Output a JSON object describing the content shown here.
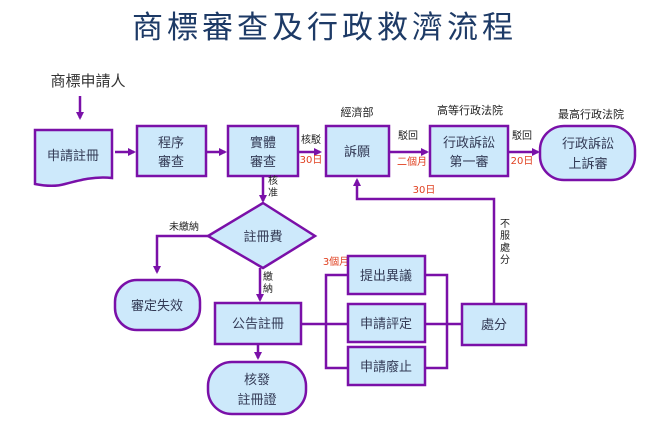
{
  "title": "商標審查及行政救濟流程",
  "colors": {
    "box_fill": "#cde9fb",
    "stroke": "#7a10a8",
    "title": "#1d3a66",
    "timing": "#e04020"
  },
  "nodes": {
    "applicant": "商標申請人",
    "apply_registration": "申請註冊",
    "formality_review": [
      "程序",
      "審查"
    ],
    "substantive_review": [
      "實體",
      "審查"
    ],
    "appeal": "訴願",
    "admin_litigation_first": [
      "行政訴訟",
      "第一審"
    ],
    "admin_litigation_appeal": [
      "行政訴訟",
      "上訴審"
    ],
    "registration_fee": "註冊費",
    "examination_invalid": "審定失效",
    "publish_registration": "公告註冊",
    "issue_certificate": [
      "核發",
      "註冊證"
    ],
    "opposition": "提出異議",
    "invalidation": "申請評定",
    "revocation": "申請廢止",
    "disposition": "處分"
  },
  "authorities": {
    "moea": "經濟部",
    "high_admin_court": "高等行政法院",
    "supreme_admin_court": "最高行政法院"
  },
  "edge_labels": {
    "rejected_1": "核駁",
    "rejected_1_time": "30日",
    "dismissed_1": "駁回",
    "dismissed_1_time": "二個月",
    "dismissed_2": "駁回",
    "dismissed_2_time": "20日",
    "approved": [
      "核",
      "准"
    ],
    "not_paid": "未繳納",
    "paid": [
      "繳",
      "納"
    ],
    "three_months": "3個月",
    "appeal_time": "30日",
    "dissatisfied": [
      "不",
      "服",
      "處",
      "分"
    ]
  }
}
